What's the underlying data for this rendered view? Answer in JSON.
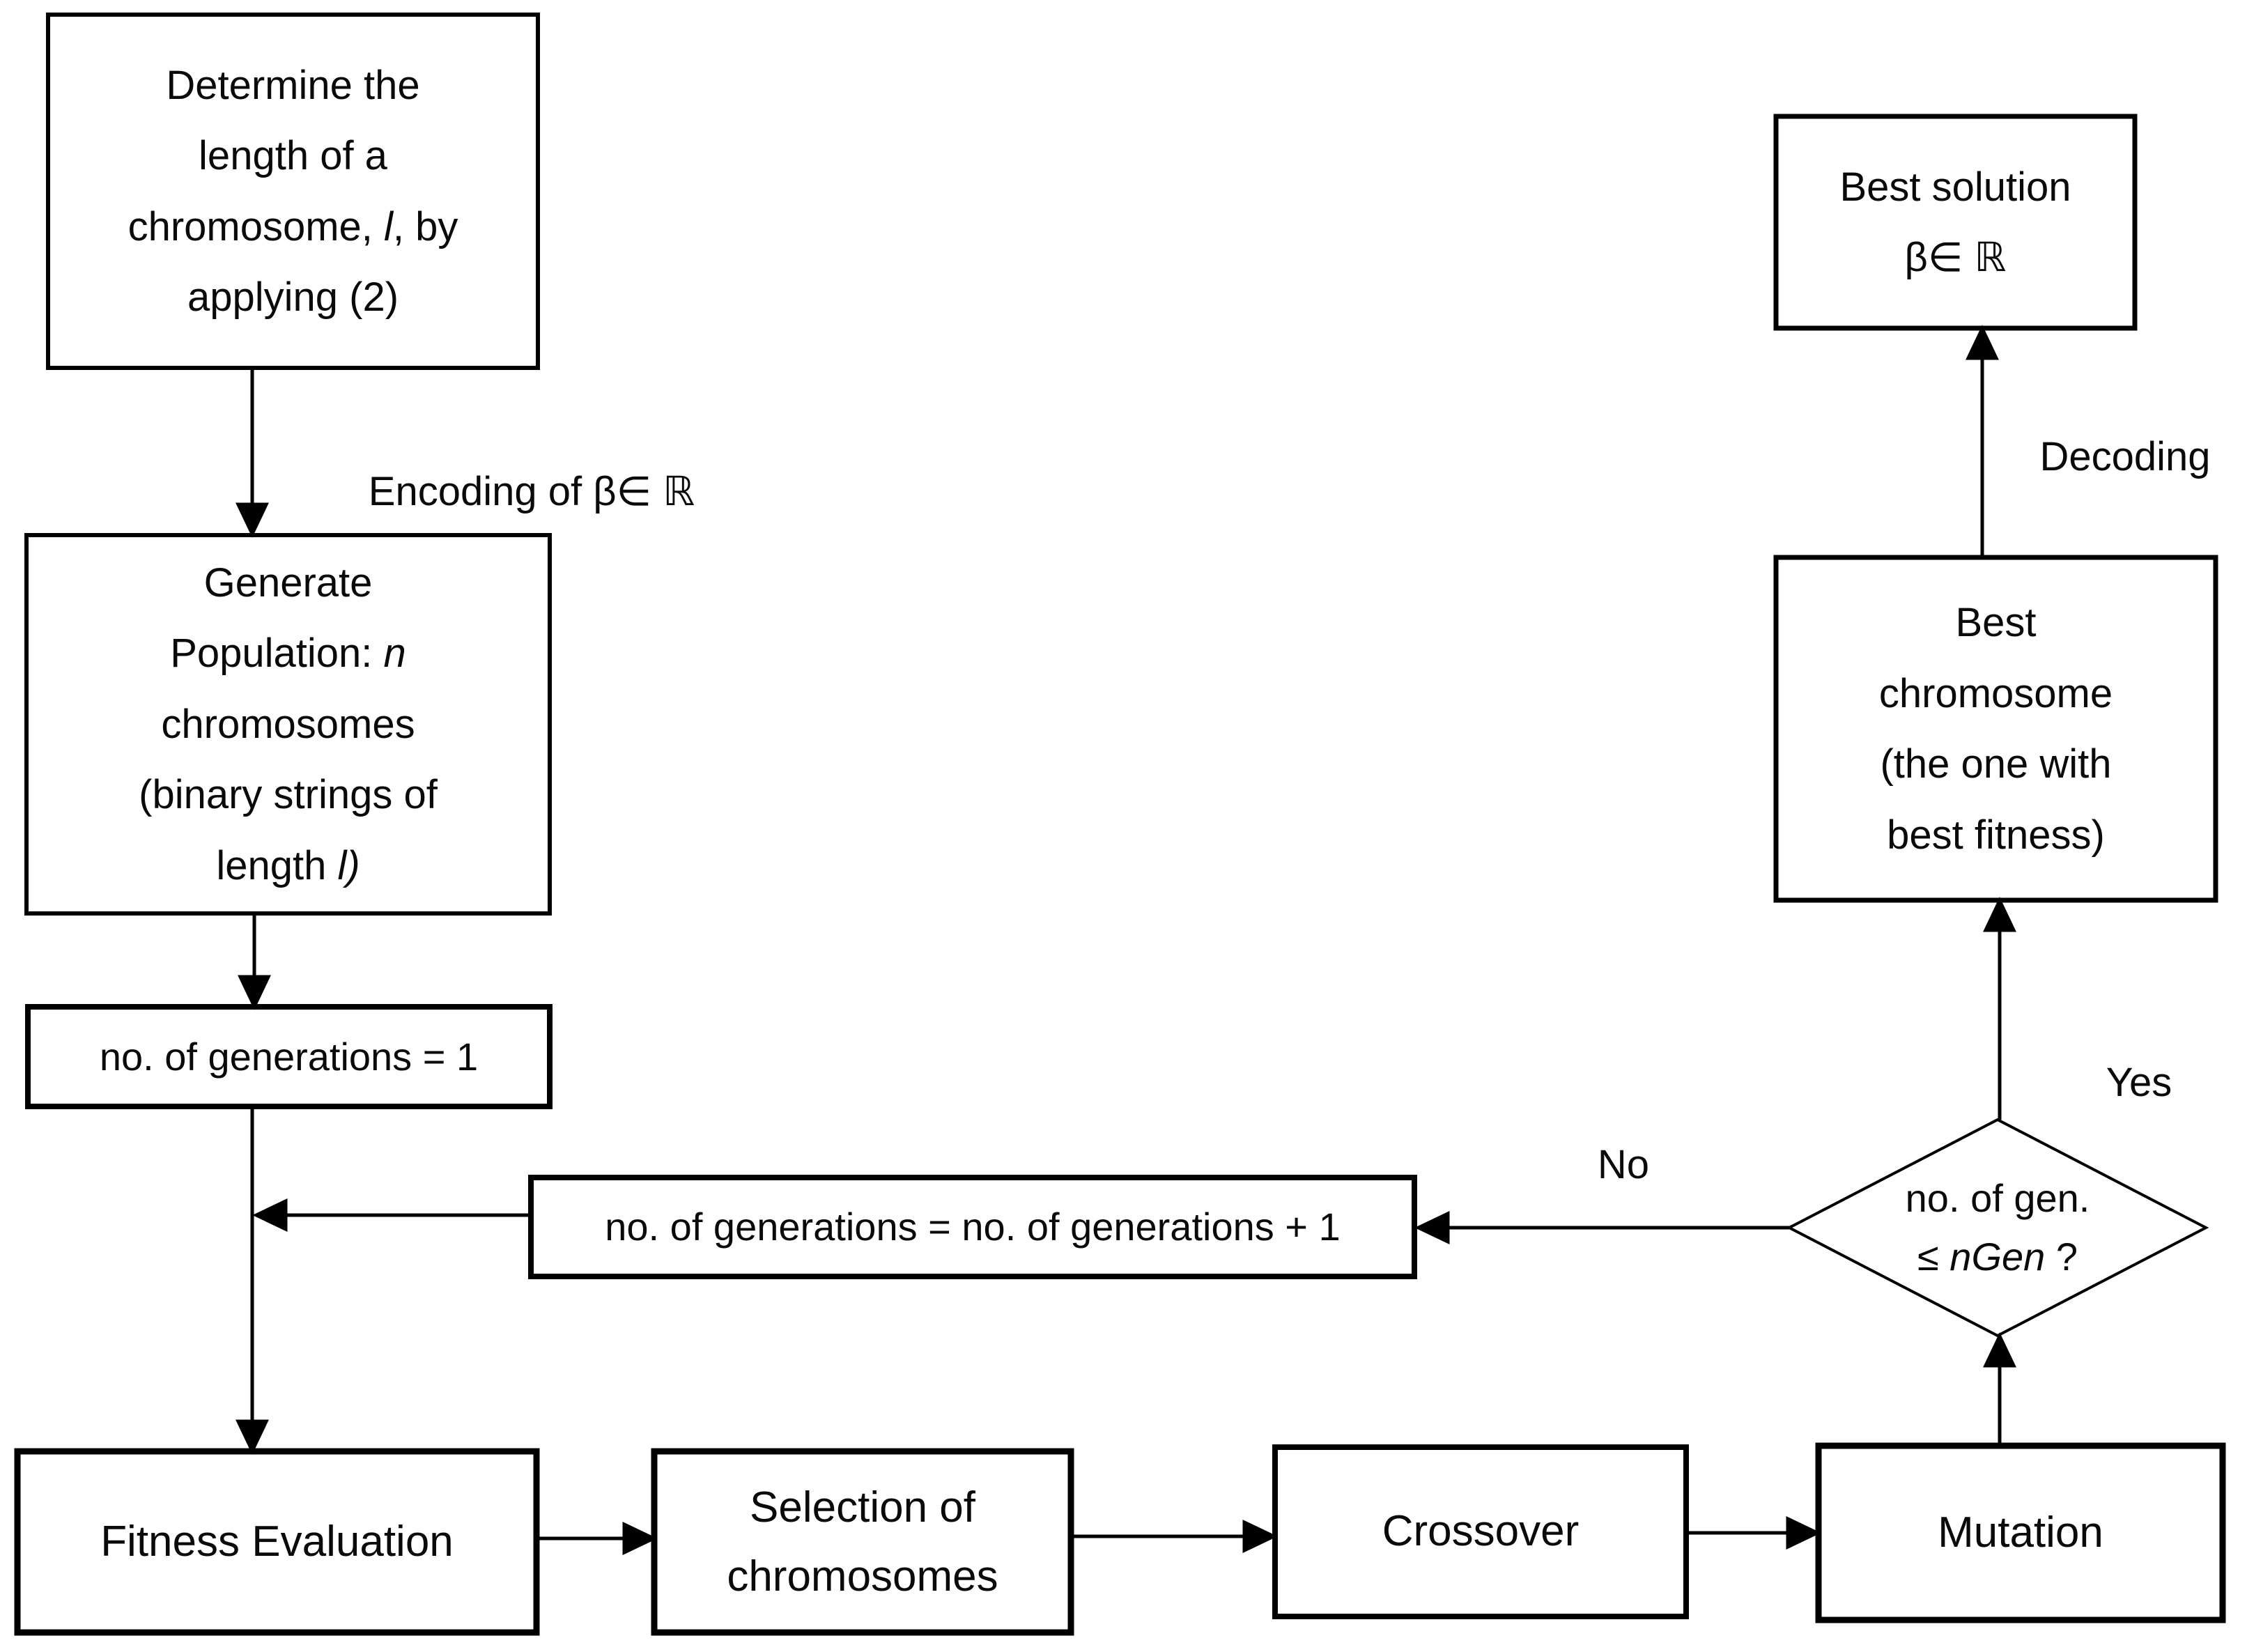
{
  "figure": {
    "type": "flowchart",
    "background_color": "#ffffff",
    "line_color": "#000000",
    "text_color": "#0a0a0a"
  },
  "nodes": {
    "determine_length": {
      "shape": "rect",
      "lines": [
        [
          "Determine the"
        ],
        [
          "length of a"
        ],
        [
          "chromosome, ",
          {
            "t": "l",
            "i": 1
          },
          ", by"
        ],
        [
          "applying (2)"
        ]
      ]
    },
    "generate_population": {
      "shape": "rect",
      "lines": [
        [
          "Generate"
        ],
        [
          "Population: ",
          {
            "t": "n",
            "i": 1
          }
        ],
        [
          "chromosomes"
        ],
        [
          "(binary strings of"
        ],
        [
          "length ",
          {
            "t": "l)",
            "i": 1
          }
        ]
      ]
    },
    "init_generations": {
      "shape": "rect",
      "text": "no. of generations = 1"
    },
    "increment_generations": {
      "shape": "rect",
      "text": "no. of generations = no. of generations + 1"
    },
    "fitness_evaluation": {
      "shape": "rect",
      "text": "Fitness Evaluation"
    },
    "selection": {
      "shape": "rect",
      "lines": [
        [
          "Selection of"
        ],
        [
          "chromosomes"
        ]
      ]
    },
    "crossover": {
      "shape": "rect",
      "text": "Crossover"
    },
    "mutation": {
      "shape": "rect",
      "text": "Mutation"
    },
    "generation_check": {
      "shape": "diamond",
      "lines": [
        [
          "no. of gen."
        ],
        [
          "≤ ",
          {
            "t": "nGen",
            "i": 1
          },
          " ?"
        ]
      ]
    },
    "best_chromosome": {
      "shape": "rect",
      "lines": [
        [
          "Best"
        ],
        [
          "chromosome"
        ],
        [
          "(the one with"
        ],
        [
          "best fitness)"
        ]
      ]
    },
    "best_solution": {
      "shape": "rect",
      "lines": [
        [
          "Best solution"
        ],
        [
          "β∈ ℝ"
        ]
      ]
    }
  },
  "edge_labels": {
    "encoding": "Encoding of β∈ ℝ",
    "decoding": "Decoding",
    "no": "No",
    "yes": "Yes"
  }
}
